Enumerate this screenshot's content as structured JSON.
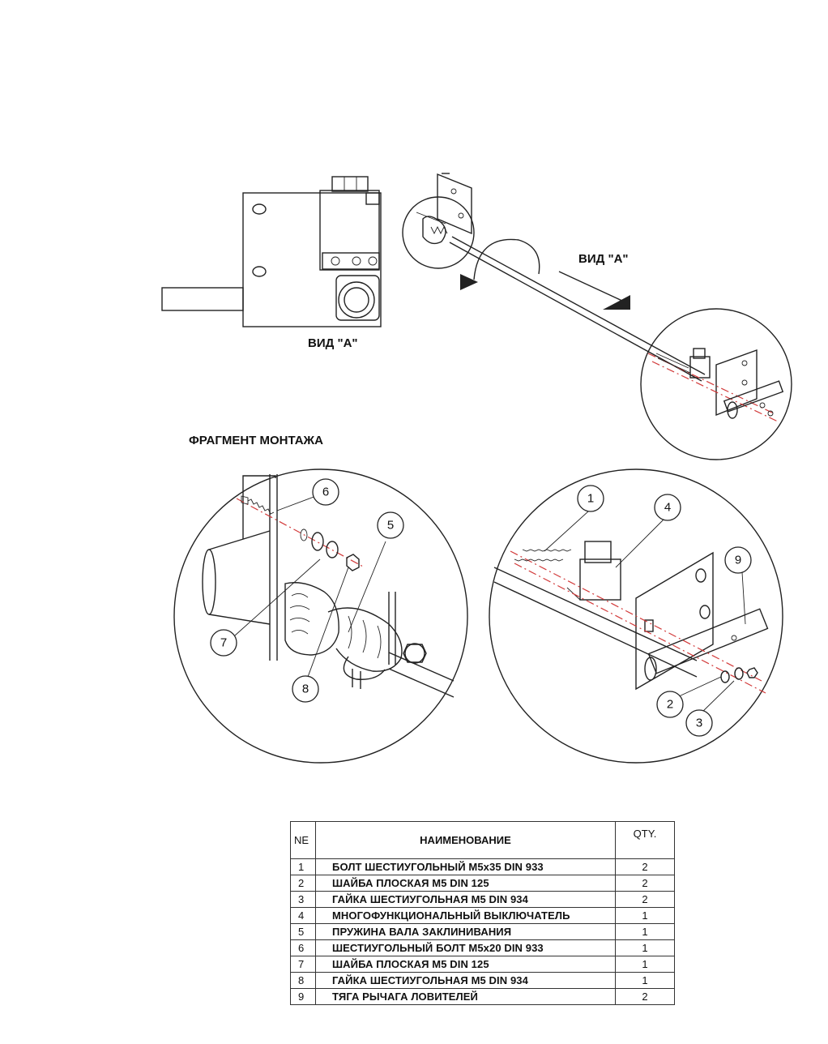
{
  "labels": {
    "view_a_top": "ВИД \"А\"",
    "view_a_bottom": "ВИД  \"А\"",
    "fragment_title": "ФРАГМЕНТ МОНТАЖА"
  },
  "callouts": [
    "1",
    "2",
    "3",
    "4",
    "5",
    "6",
    "7",
    "8",
    "9"
  ],
  "table": {
    "headers": {
      "no": "NE",
      "name": "НАИМЕНОВАНИЕ",
      "qty": "QTY."
    },
    "rows": [
      {
        "no": "1",
        "name": "БОЛТ ШЕСТИУГОЛЬНЫЙ М5х35 DIN 933",
        "qty": "2"
      },
      {
        "no": "2",
        "name": "ШАЙБА ПЛОСКАЯ М5 DIN 125",
        "qty": "2"
      },
      {
        "no": "3",
        "name": "ГАЙКА ШЕСТИУГОЛЬНАЯ М5 DIN 934",
        "qty": "2"
      },
      {
        "no": "4",
        "name": "МНОГОФУНКЦИОНАЛЬНЫЙ ВЫКЛЮЧАТЕЛЬ",
        "qty": "1"
      },
      {
        "no": "5",
        "name": "ПРУЖИНА ВАЛА ЗАКЛИНИВАНИЯ",
        "qty": "1"
      },
      {
        "no": "6",
        "name": "ШЕСТИУГОЛЬНЫЙ БОЛТ М5х20 DIN 933",
        "qty": "1"
      },
      {
        "no": "7",
        "name": "ШАЙБА ПЛОСКАЯ М5 DIN 125",
        "qty": "1"
      },
      {
        "no": "8",
        "name": "ГАЙКА ШЕСТИУГОЛЬНАЯ М5 DIN 934",
        "qty": "1"
      },
      {
        "no": "9",
        "name": "ТЯГА РЫЧАГА ЛОВИТЕЛЕЙ",
        "qty": "2"
      }
    ]
  }
}
